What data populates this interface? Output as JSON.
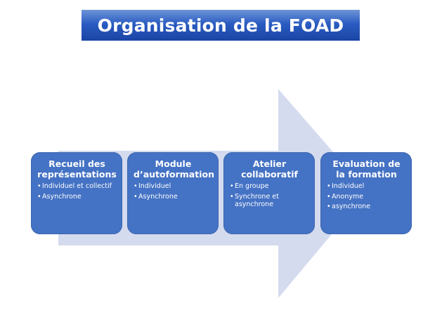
{
  "title": "Organisation de la FOAD",
  "colors": {
    "banner": "#2a5cc2",
    "arrow": "#d4dbee",
    "box": "#4472c4",
    "text": "#ffffff"
  },
  "steps": [
    {
      "title": "Recueil des représentations",
      "bullets": [
        "Individuel et collectif",
        "Asynchrone"
      ]
    },
    {
      "title": "Module d’autoformation",
      "bullets": [
        "Individuel",
        "Asynchrone"
      ]
    },
    {
      "title": "Atelier collaboratif",
      "bullets": [
        "En groupe",
        "Synchrone et asynchrone"
      ]
    },
    {
      "title": "Evaluation de la formation",
      "bullets": [
        "Individuel",
        "Anonyme",
        "asynchrone"
      ]
    }
  ]
}
